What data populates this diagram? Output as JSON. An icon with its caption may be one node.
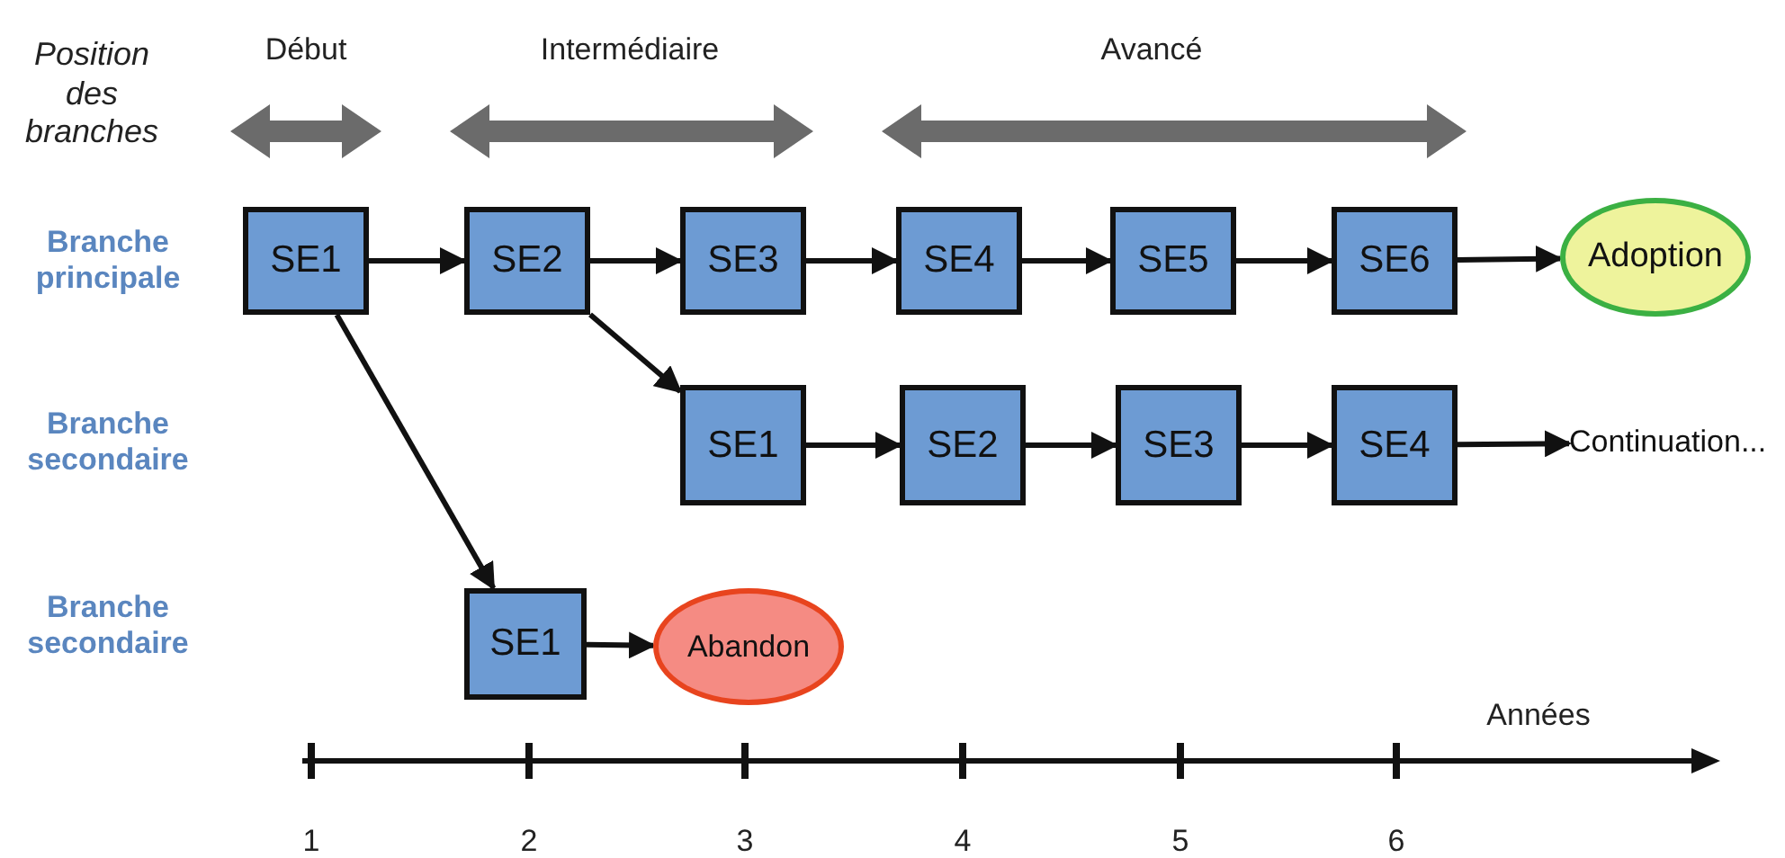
{
  "diagram": {
    "nodes": [
      {
        "text": [
          "SE1"
        ]
      },
      {
        "text": [
          "SE2"
        ]
      },
      {
        "text": [
          "SE3"
        ]
      },
      {
        "text": [
          "SE4"
        ]
      },
      {
        "text": [
          "SE5"
        ]
      },
      {
        "text": [
          "SE6"
        ]
      },
      {
        "text": [
          "Adoption"
        ]
      },
      {
        "text": [
          "SE1"
        ]
      },
      {
        "text": [
          "SE2"
        ]
      },
      {
        "text": [
          "SE3"
        ]
      },
      {
        "text": [
          "SE4"
        ]
      },
      {
        "text": [
          "Continuation..."
        ]
      },
      {
        "text": [
          "SE1"
        ]
      },
      {
        "text": [
          "Abandon"
        ]
      }
    ],
    "edges": [
      {
        "from": 0,
        "to": 1,
        "arrow": "to"
      },
      {
        "from": 1,
        "to": 2,
        "arrow": "to"
      },
      {
        "from": 2,
        "to": 3,
        "arrow": "to"
      },
      {
        "from": 3,
        "to": 4,
        "arrow": "to"
      },
      {
        "from": 4,
        "to": 5,
        "arrow": "to"
      },
      {
        "from": 5,
        "to": 6,
        "arrow": "to"
      },
      {
        "from": 1,
        "to": 7,
        "arrow": "to"
      },
      {
        "from": 7,
        "to": 8,
        "arrow": "to"
      },
      {
        "from": 8,
        "to": 9,
        "arrow": "to"
      },
      {
        "from": 9,
        "to": 10,
        "arrow": "to"
      },
      {
        "from": 10,
        "to": 11,
        "arrow": "to"
      },
      {
        "from": 0,
        "to": 12,
        "arrow": "to"
      },
      {
        "from": 12,
        "to": 13,
        "arrow": "to"
      }
    ],
    "labels": [
      "Position des branches",
      "Début",
      "Intermédiaire",
      "Avancé",
      "Branche principale",
      "Branche secondaire",
      "Branche secondaire",
      "Années",
      "1",
      "2",
      "3",
      "4",
      "5",
      "6"
    ]
  }
}
